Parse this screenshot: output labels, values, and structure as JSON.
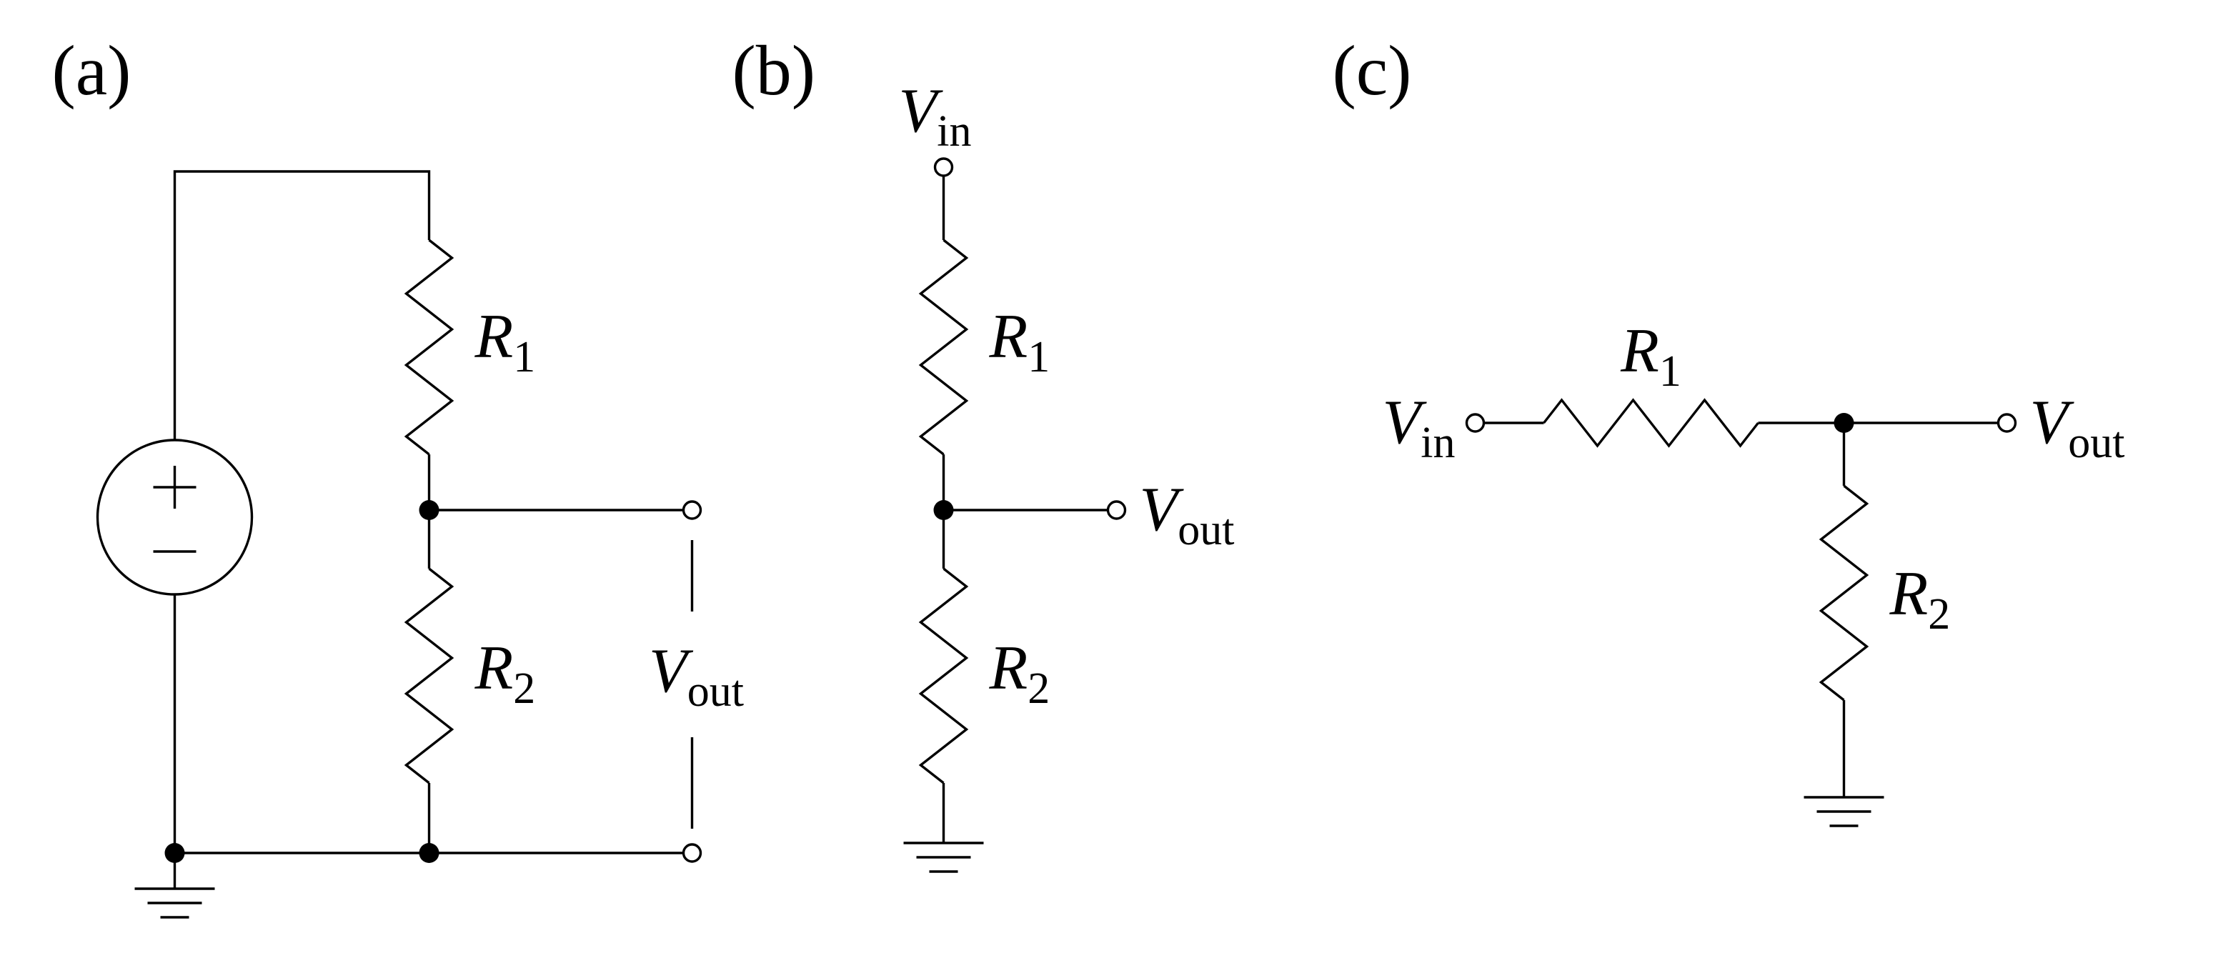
{
  "figure": {
    "background": "#ffffff",
    "ink": "#000000"
  },
  "panels": {
    "a": {
      "label": "(a)",
      "r1_main": "R",
      "r1_sub": "1",
      "r2_main": "R",
      "r2_sub": "2",
      "vout_main": "V",
      "vout_sub": "out"
    },
    "b": {
      "label": "(b)",
      "vin_main": "V",
      "vin_sub": "in",
      "r1_main": "R",
      "r1_sub": "1",
      "r2_main": "R",
      "r2_sub": "2",
      "vout_main": "V",
      "vout_sub": "out"
    },
    "c": {
      "label": "(c)",
      "vin_main": "V",
      "vin_sub": "in",
      "r1_main": "R",
      "r1_sub": "1",
      "r2_main": "R",
      "r2_sub": "2",
      "vout_main": "V",
      "vout_sub": "out"
    }
  }
}
